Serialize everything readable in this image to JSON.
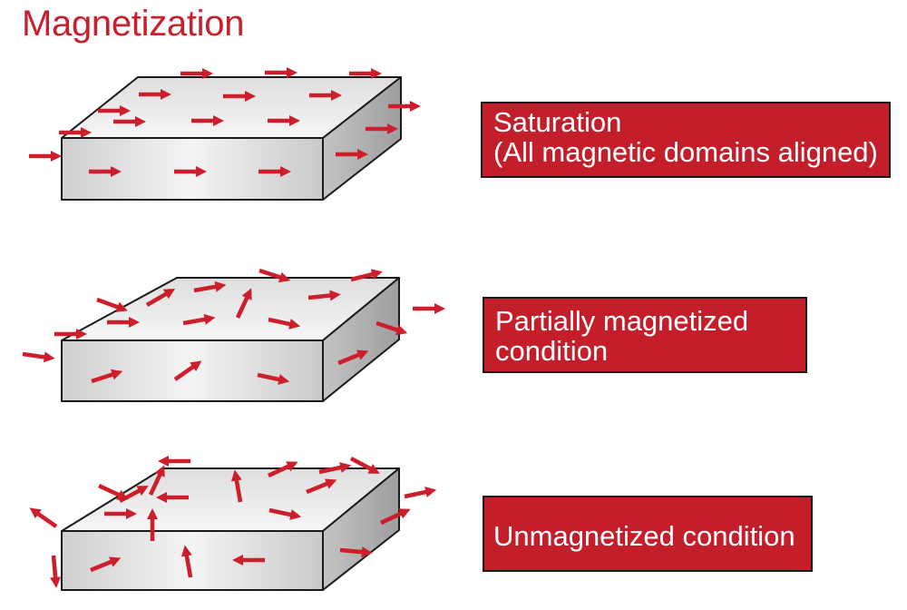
{
  "title": "Magnetization",
  "colors": {
    "accent": "#c41e2b",
    "arrow": "#cc1f2b",
    "block_front": "#e2e2e2",
    "block_top": "#e9e9e9",
    "block_side": "#b9b9b9",
    "outline": "#1a1a1a"
  },
  "states": [
    {
      "id": "saturation",
      "label_lines": [
        "Saturation",
        "(All magnetic domains aligned)"
      ],
      "domain_orientation": "all aligned"
    },
    {
      "id": "partial",
      "label_lines": [
        "Partially magnetized",
        "condition"
      ],
      "domain_orientation": "mostly aligned"
    },
    {
      "id": "unmagnetized",
      "label_lines": [
        "Unmagnetized condition"
      ],
      "domain_orientation": "random"
    }
  ]
}
